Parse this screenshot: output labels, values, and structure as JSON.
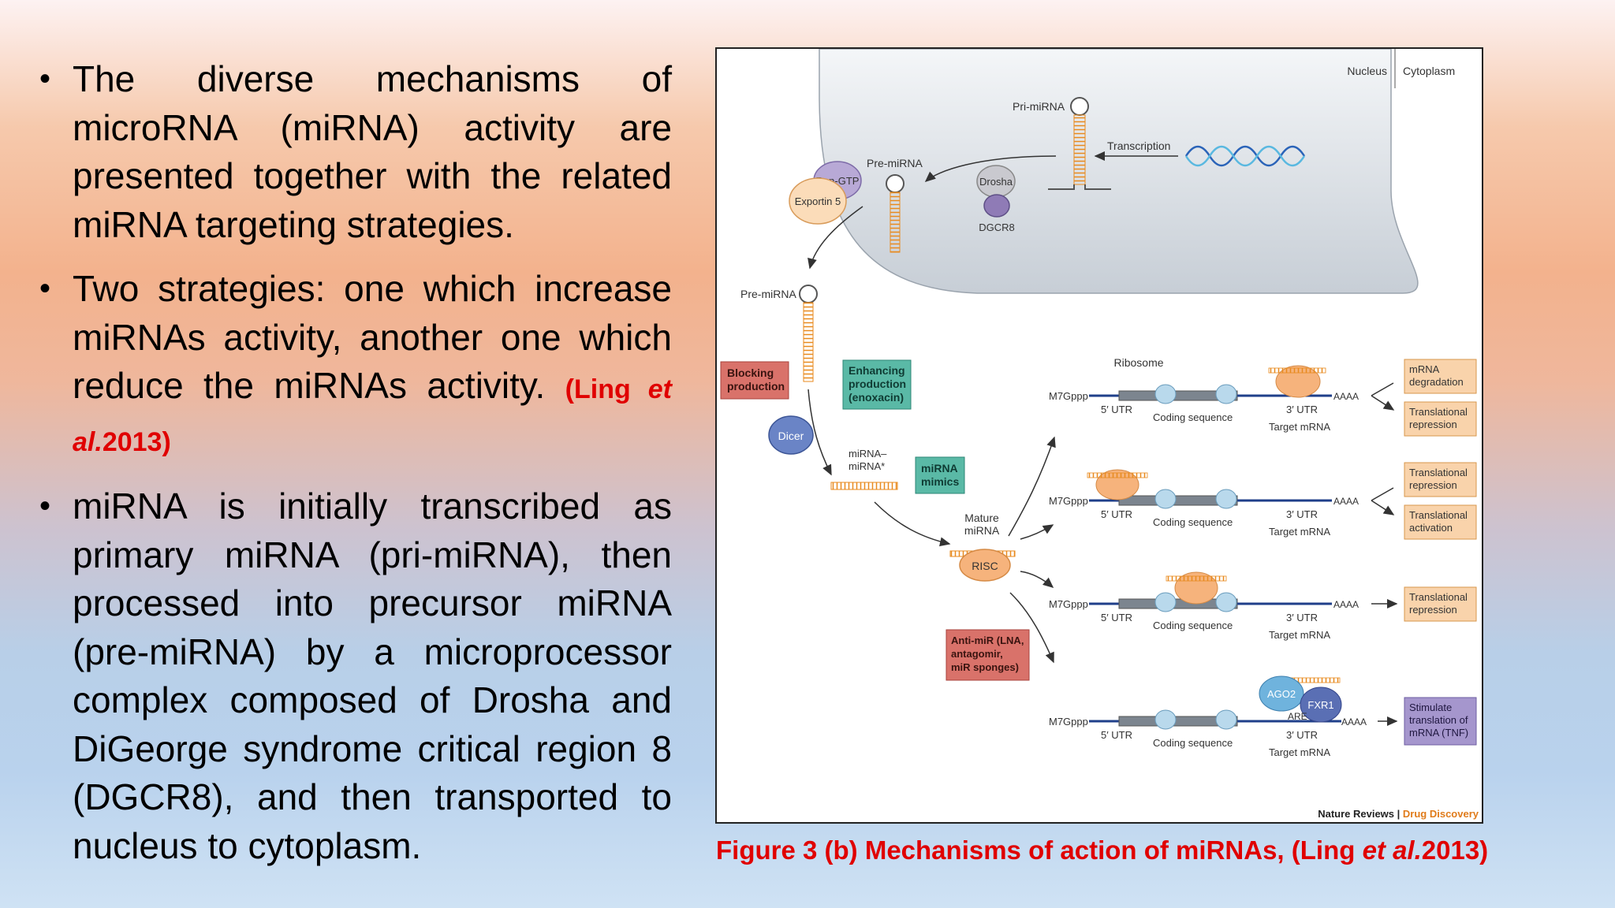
{
  "bullets": [
    {
      "text": "The diverse mechanisms of microRNA (miRNA) activity are presented together with the related miRNA targeting strategies."
    },
    {
      "text": "Two strategies: one which increase miRNAs activity, another one which reduce the miRNAs activity. ",
      "cite_open": "(Ling ",
      "cite_et": "et al.",
      "cite_year": "2013)"
    },
    {
      "text": "miRNA is initially transcribed as primary miRNA (pri-miRNA), then processed into precursor miRNA (pre-miRNA) by a microprocessor complex composed of Drosha and DiGeorge syndrome critical region 8 (DGCR8), and then transported to nucleus to cytoplasm."
    }
  ],
  "caption": {
    "lead": "Figure 3 (b) Mechanisms of action of miRNAs, (Ling ",
    "et": "et al.",
    "year": "2013)"
  },
  "figure": {
    "nucleus": "Nucleus",
    "cytoplasm": "Cytoplasm",
    "pri_mirna": "Pri-miRNA",
    "transcription": "Transcription",
    "pre_mirna": "Pre-miRNA",
    "pre_mirna2": "Pre-miRNA",
    "ran_gtp": "Ran-GTP",
    "exportin": "Exportin 5",
    "drosha": "Drosha",
    "dgcr8": "DGCR8",
    "blocking_1": "Blocking",
    "blocking_2": "production",
    "enhancing_1": "Enhancing",
    "enhancing_2": "production",
    "enhancing_3": "(enoxacin)",
    "dicer": "Dicer",
    "duplex_1": "miRNA–",
    "duplex_2": "miRNA*",
    "mimics_1": "miRNA",
    "mimics_2": "mimics",
    "mature_1": "Mature",
    "mature_2": "miRNA",
    "risc": "RISC",
    "antimir_1": "Anti-miR (LNA,",
    "antimir_2": "antagomir,",
    "antimir_3": "miR sponges)",
    "ribosome": "Ribosome",
    "m7gppp": "M7Gppp",
    "utr5": "5′ UTR",
    "coding": "Coding sequence",
    "utr3": "3′ UTR",
    "target": "Target mRNA",
    "polya": "AAAA",
    "ago2": "AGO2",
    "fxr1": "FXR1",
    "are": "ARE",
    "out_degradation_1": "mRNA",
    "out_degradation_2": "degradation",
    "out_transl_1": "Translational",
    "out_repression": "repression",
    "out_activation": "activation",
    "out_stim_1": "Stimulate",
    "out_stim_2": "translation of",
    "out_stim_3": "mRNA (TNF)",
    "credit_journal": "Nature Reviews",
    "credit_sep": " | ",
    "credit_section": "Drug Discovery"
  }
}
